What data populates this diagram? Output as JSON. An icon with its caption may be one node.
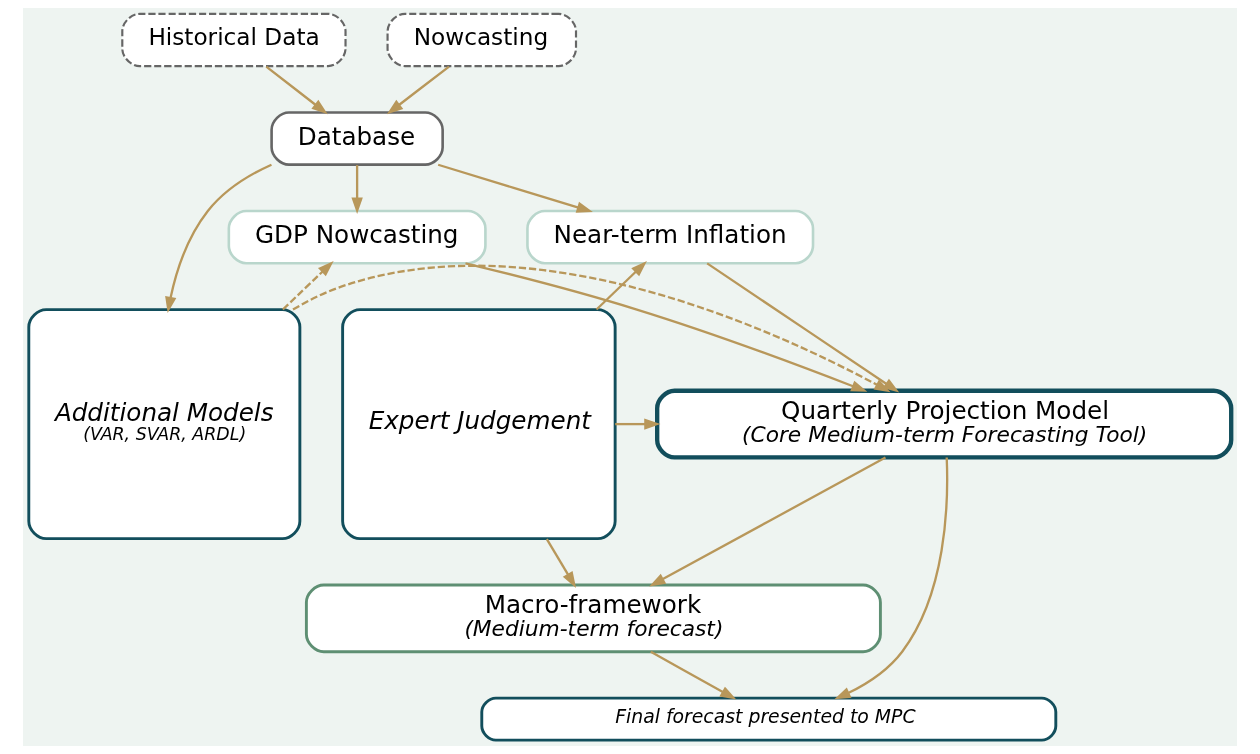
{
  "diagram": {
    "nodes": [
      {
        "text": [
          "Historical Data"
        ]
      },
      {
        "text": [
          "Nowcasting"
        ]
      },
      {
        "text": [
          "Database"
        ]
      },
      {
        "text": [
          "Near-term Inflation"
        ]
      },
      {
        "text": [
          "GDP Nowcasting"
        ]
      },
      {
        "text": [
          "Expert Judgement"
        ]
      },
      {
        "text": [
          "Quarterly Projection Model",
          "(Core Medium-term Forecasting Tool)"
        ]
      },
      {
        "text": [
          "Additional Models",
          "(VAR, SVAR, ARDL)"
        ]
      },
      {
        "text": [
          "Macro-framework",
          "(Medium-term forecast)"
        ]
      },
      {
        "text": [
          "Final forecast presented to MPC"
        ]
      }
    ],
    "edges": [
      {
        "from": 0,
        "to": 2,
        "arrow": "to"
      },
      {
        "from": 1,
        "to": 2,
        "arrow": "to"
      },
      {
        "from": 2,
        "to": 3,
        "arrow": "to"
      },
      {
        "from": 2,
        "to": 4,
        "arrow": "to"
      },
      {
        "from": 2,
        "to": 7,
        "arrow": "to"
      },
      {
        "from": 5,
        "to": 3,
        "arrow": "to"
      },
      {
        "from": 5,
        "to": 6,
        "arrow": "to"
      },
      {
        "from": 5,
        "to": 8,
        "arrow": "to"
      },
      {
        "from": 3,
        "to": 6,
        "arrow": "to"
      },
      {
        "from": 4,
        "to": 6,
        "arrow": "to"
      },
      {
        "from": 7,
        "to": 4,
        "arrow": "to",
        "style": "dashed"
      },
      {
        "from": 7,
        "to": 6,
        "arrow": "to",
        "style": "dashed"
      },
      {
        "from": 6,
        "to": 8,
        "arrow": "to"
      },
      {
        "from": 8,
        "to": 9,
        "arrow": "to"
      },
      {
        "from": 6,
        "to": 9,
        "arrow": "to"
      }
    ]
  }
}
